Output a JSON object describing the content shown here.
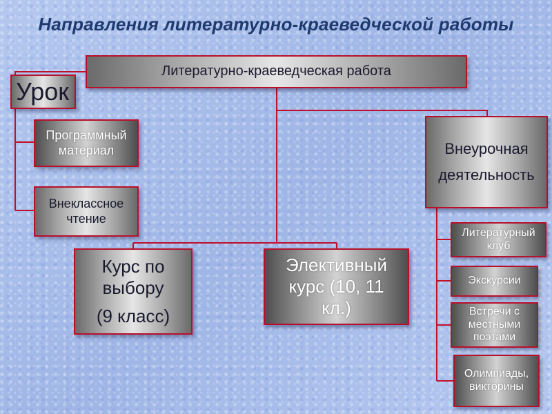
{
  "title": "Направления литературно-краеведческой работы",
  "colors": {
    "connector": "#c0102a",
    "box_border": "#b8102a",
    "title": "#1f3a6e"
  },
  "nodes": {
    "root": "Литературно-краеведческая работа",
    "lesson": "Урок",
    "program_material": [
      "Программный",
      "материал"
    ],
    "extra_reading": [
      "Внеклассное",
      "чтение"
    ],
    "elective_choice": [
      "Курс по",
      "выбору",
      "(9 класс)"
    ],
    "elective_course": [
      "Элективный",
      "курс (10, 11",
      "кл.)"
    ],
    "extracurricular": [
      "Внеурочная",
      "деятельность"
    ],
    "literary_club": [
      "Литературный",
      "клуб"
    ],
    "excursions": "Экскурсии",
    "meetings": [
      "Встречи с",
      "местными",
      "поэтами"
    ],
    "olympiads": [
      "Олимпиады,",
      "викторины"
    ]
  }
}
